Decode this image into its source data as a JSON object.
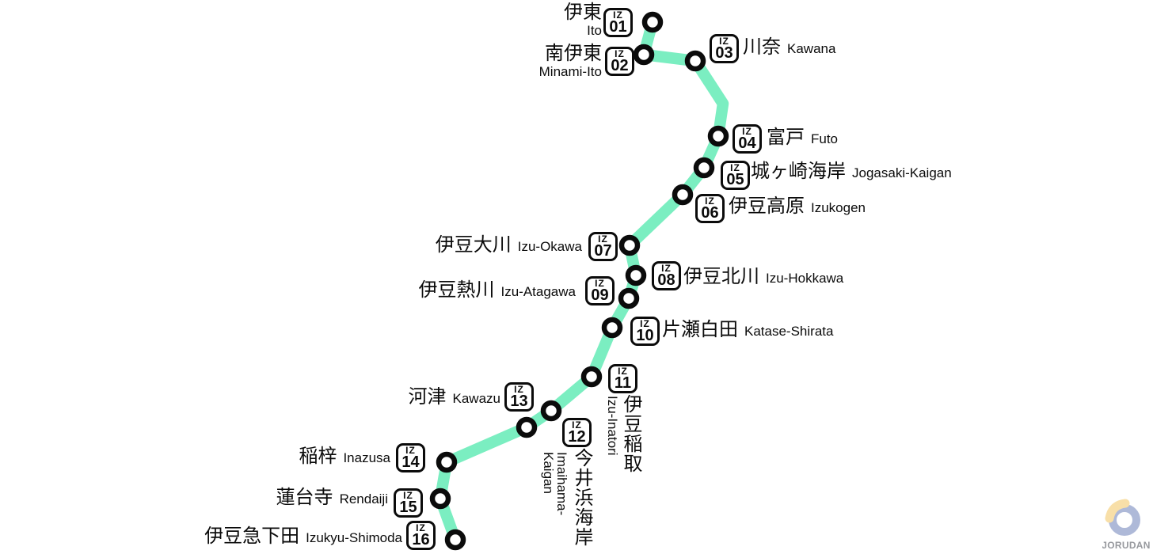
{
  "line": {
    "color": "#7BEEC1"
  },
  "stations": [
    {
      "id": "IZ01",
      "prefix": "IZ",
      "number": "01",
      "kanji": "伊東",
      "romaji": "Ito"
    },
    {
      "id": "IZ02",
      "prefix": "IZ",
      "number": "02",
      "kanji": "南伊東",
      "romaji": "Minami-Ito"
    },
    {
      "id": "IZ03",
      "prefix": "IZ",
      "number": "03",
      "kanji": "川奈",
      "romaji": "Kawana"
    },
    {
      "id": "IZ04",
      "prefix": "IZ",
      "number": "04",
      "kanji": "富戸",
      "romaji": "Futo"
    },
    {
      "id": "IZ05",
      "prefix": "IZ",
      "number": "05",
      "kanji": "城ヶ崎海岸",
      "romaji": "Jogasaki-Kaigan"
    },
    {
      "id": "IZ06",
      "prefix": "IZ",
      "number": "06",
      "kanji": "伊豆高原",
      "romaji": "Izukogen"
    },
    {
      "id": "IZ07",
      "prefix": "IZ",
      "number": "07",
      "kanji": "伊豆大川",
      "romaji": "Izu-Okawa"
    },
    {
      "id": "IZ08",
      "prefix": "IZ",
      "number": "08",
      "kanji": "伊豆北川",
      "romaji": "Izu-Hokkawa"
    },
    {
      "id": "IZ09",
      "prefix": "IZ",
      "number": "09",
      "kanji": "伊豆熱川",
      "romaji": "Izu-Atagawa"
    },
    {
      "id": "IZ10",
      "prefix": "IZ",
      "number": "10",
      "kanji": "片瀬白田",
      "romaji": "Katase-Shirata"
    },
    {
      "id": "IZ11",
      "prefix": "IZ",
      "number": "11",
      "kanji": "伊豆稲取",
      "romaji": "Izu-Inatori"
    },
    {
      "id": "IZ12",
      "prefix": "IZ",
      "number": "12",
      "kanji": "今井浜海岸",
      "romaji": "Imaihama-\nKaigan"
    },
    {
      "id": "IZ13",
      "prefix": "IZ",
      "number": "13",
      "kanji": "河津",
      "romaji": "Kawazu"
    },
    {
      "id": "IZ14",
      "prefix": "IZ",
      "number": "14",
      "kanji": "稲梓",
      "romaji": "Inazusa"
    },
    {
      "id": "IZ15",
      "prefix": "IZ",
      "number": "15",
      "kanji": "蓮台寺",
      "romaji": "Rendaiji"
    },
    {
      "id": "IZ16",
      "prefix": "IZ",
      "number": "16",
      "kanji": "伊豆急下田",
      "romaji": "Izukyu-Shimoda"
    }
  ],
  "logo": {
    "text": "JORUDAN",
    "ring_color": "#AEB9D8",
    "crescent_color": "#F8DFA8",
    "text_color": "#97999E"
  }
}
